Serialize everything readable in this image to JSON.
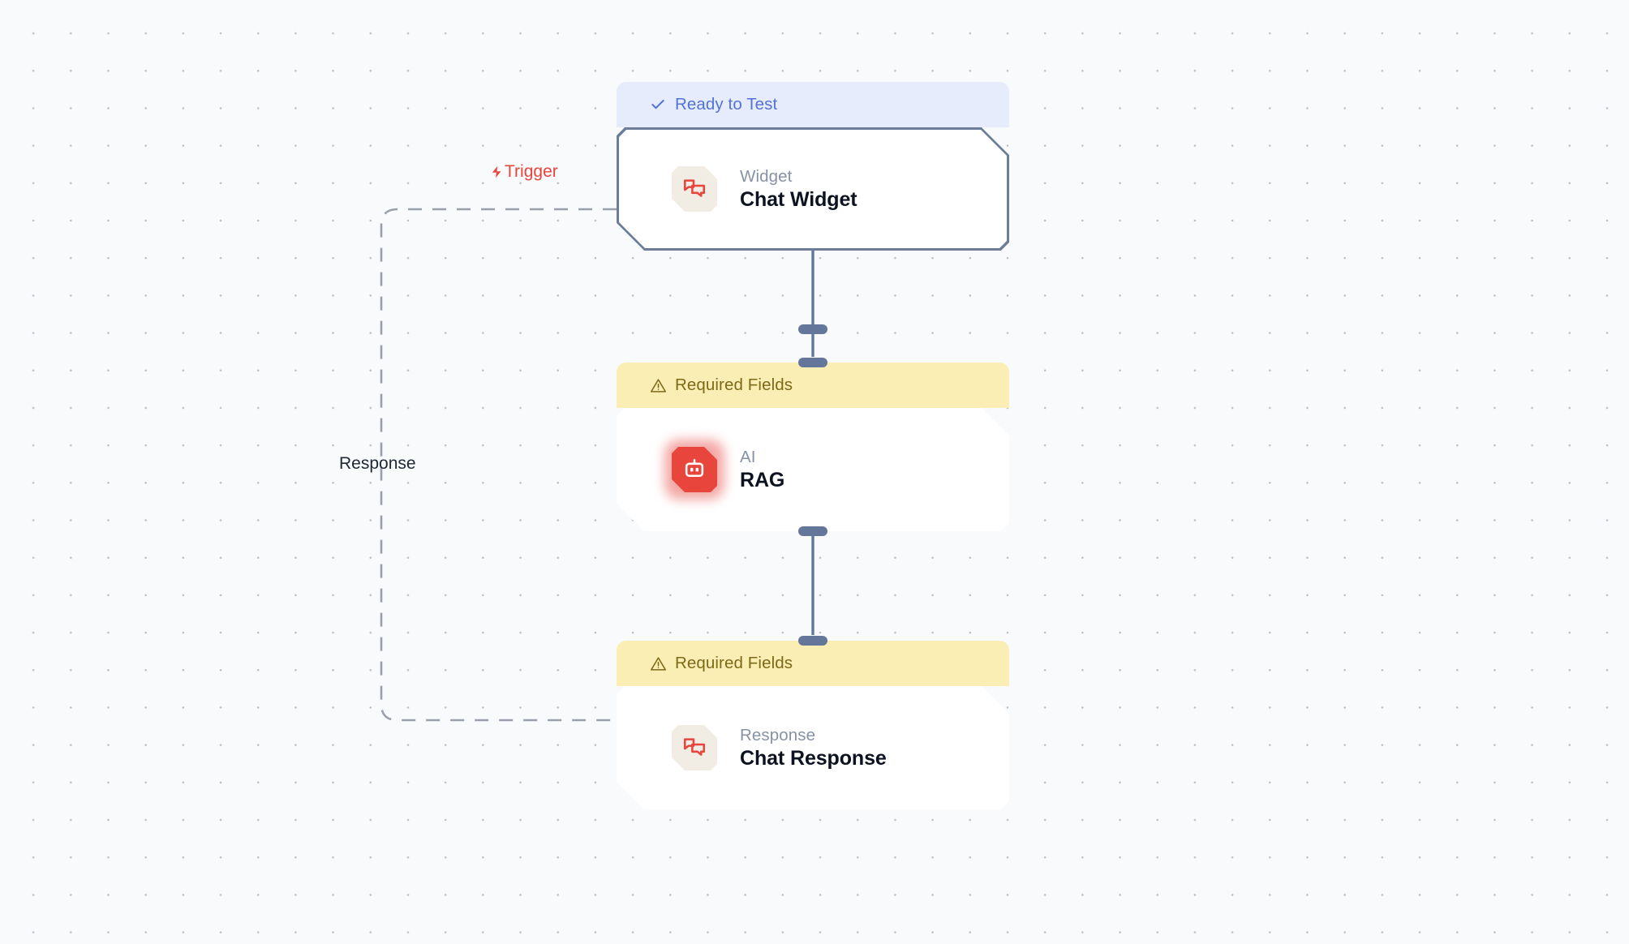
{
  "canvas": {
    "background_color": "#f8fafc",
    "dot_color": "#b9bfcb"
  },
  "edges": [
    {
      "id": "trigger-edge",
      "label": "Trigger",
      "icon": "lightning-bolt-icon",
      "color": "#e8453c",
      "style": "dashed",
      "from": "chat-widget",
      "to": "chat-response"
    },
    {
      "id": "response-edge",
      "label": "Response",
      "color": "#1f2733",
      "style": "dashed",
      "from": "chat-response",
      "to": "chat-widget"
    }
  ],
  "nodes": [
    {
      "id": "chat-widget",
      "badge": {
        "text": "Ready to Test",
        "icon": "check-icon",
        "variant": "ready"
      },
      "kind": "Widget",
      "title": "Chat Widget",
      "icon": "chat-bubbles-icon",
      "icon_variant": "soft",
      "selected": true
    },
    {
      "id": "rag",
      "badge": {
        "text": "Required Fields",
        "icon": "warning-triangle-icon",
        "variant": "warn"
      },
      "kind": "AI",
      "title": "RAG",
      "icon": "robot-icon",
      "icon_variant": "solid-glow",
      "selected": false
    },
    {
      "id": "chat-response",
      "badge": {
        "text": "Required Fields",
        "icon": "warning-triangle-icon",
        "variant": "warn"
      },
      "kind": "Response",
      "title": "Chat Response",
      "icon": "chat-bubbles-icon",
      "icon_variant": "soft",
      "selected": false
    }
  ]
}
